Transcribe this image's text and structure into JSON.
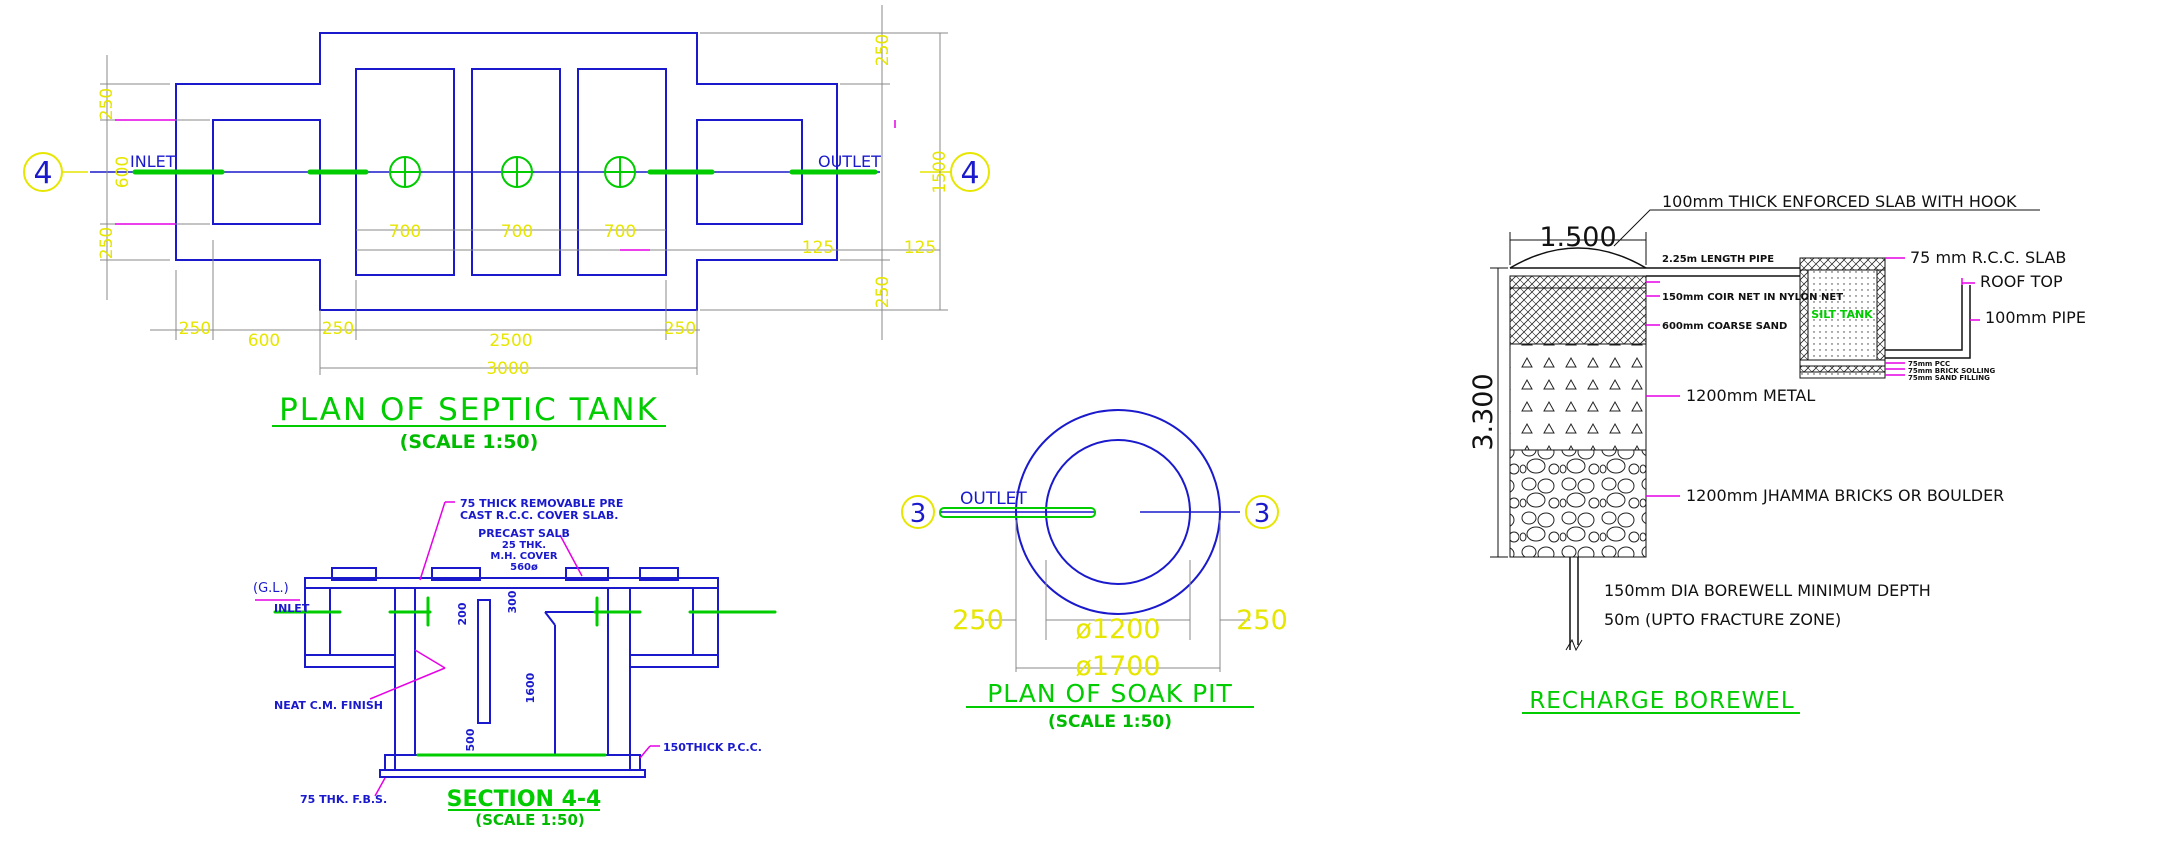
{
  "septic": {
    "title": "PLAN OF SEPTIC TANK",
    "scale": "(SCALE 1:50)",
    "section_marker": "4",
    "inlet": "INLET",
    "outlet": "OUTLET",
    "dims": {
      "d250_tl": "250",
      "d600_l": "600",
      "d250_bl": "250",
      "d250_tr": "250",
      "d1500": "1500",
      "d250_br": "250",
      "d700_1": "700",
      "d700_2": "700",
      "d700_3": "700",
      "d125_a": "125",
      "d125_b": "125",
      "b250_1": "250",
      "b600": "600",
      "b250_2": "250",
      "b2500": "2500",
      "b250_3": "250",
      "b3000": "3000"
    }
  },
  "section": {
    "title": "SECTION 4-4",
    "scale": "(SCALE 1:50)",
    "gl": "(G.L.)",
    "inlet": "INLET",
    "cover_line1": "75 THICK REMOVABLE PRE",
    "cover_line2": "CAST R.C.C. COVER SLAB.",
    "precast_line1": "PRECAST SALB",
    "precast_line2": "25 THK.",
    "precast_line3": "M.H. COVER",
    "precast_line4": "560ø",
    "neat": "NEAT C.M. FINISH",
    "pcc": "150THICK P.C.C.",
    "fbs": "75 THK. F.B.S.",
    "d200": "200",
    "d300": "300",
    "d1600": "1600",
    "d500": "500"
  },
  "soak": {
    "title": "PLAN OF SOAK PIT",
    "scale": "(SCALE 1:50)",
    "marker": "3",
    "outlet": "OUTLET",
    "d250_l": "250",
    "d250_r": "250",
    "d1200": "ø1200",
    "d1700": "ø1700"
  },
  "recharge": {
    "title": "RECHARGE BOREWEL",
    "d1500": "1.500",
    "d3300": "3.300",
    "slab": "100mm THICK ENFORCED SLAB WITH HOOK",
    "pipe225": "2.25m LENGTH PIPE",
    "coir": "150mm COIR NET IN NYLON NET",
    "sand": "600mm COARSE SAND",
    "silt": "SILT TANK",
    "rcc": "75 mm R.C.C. SLAB",
    "roof": "ROOF TOP",
    "pipe100": "100mm PIPE",
    "pcc": "75mm PCC",
    "brick": "75mm BRICK SOLLING",
    "sandfill": "75mm SAND FILLING",
    "metal": "1200mm METAL",
    "boulder": "1200mm JHAMMA BRICKS OR BOULDER",
    "bore1": "150mm DIA BOREWELL MINIMUM DEPTH",
    "bore2": "50m (UPTO FRACTURE ZONE)"
  },
  "colors": {
    "outline": "#1a1acc",
    "dimension": "#e6e600",
    "title": "#00cc00",
    "leader": "#e600e6",
    "pipe": "#00cc00"
  }
}
